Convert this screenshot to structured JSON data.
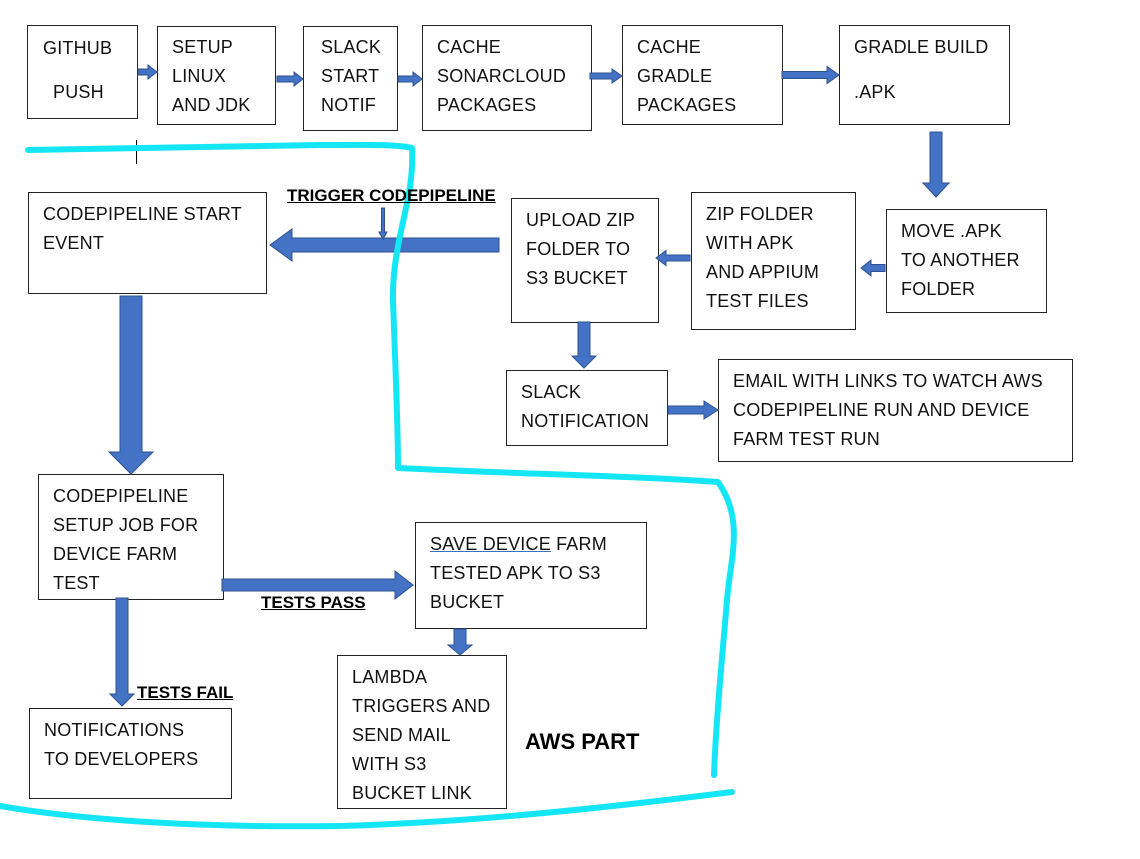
{
  "colors": {
    "arrow_fill": "#4472c4",
    "arrow_stroke": "#2f528f",
    "highlight_stroke": "#14e6f5",
    "box_border": "#222222",
    "text": "#111111"
  },
  "boxes": {
    "github_push": {
      "line1": "GITHUB",
      "line2": "PUSH"
    },
    "setup_linux_jdk": "SETUP\nLINUX\nAND JDK",
    "slack_start_notif": "SLACK\nSTART\nNOTIF",
    "cache_sonarcloud": "CACHE\nSONARCLOUD\nPACKAGES",
    "cache_gradle": "CACHE\nGRADLE\nPACKAGES",
    "gradle_build": {
      "line1": "GRADLE BUILD",
      "line2": ".APK"
    },
    "move_apk": "MOVE .APK\nTO ANOTHER\nFOLDER",
    "zip_folder": "ZIP FOLDER\nWITH APK\nAND APPIUM\nTEST FILES",
    "upload_zip": "UPLOAD ZIP\nFOLDER TO\nS3 BUCKET",
    "codepipeline_start": "CODEPIPELINE START\nEVENT",
    "slack_notification": "SLACK\nNOTIFICATION",
    "email_links": "EMAIL WITH LINKS TO WATCH AWS\nCODEPIPELINE RUN AND DEVICE\nFARM TEST RUN",
    "codepipeline_setup": "CODEPIPELINE\nSETUP JOB FOR\nDEVICE FARM\nTEST",
    "save_device_farm": {
      "underlined": "SAVE  DEVICE",
      "rest": " FARM\nTESTED APK TO S3\nBUCKET"
    },
    "lambda_triggers": "LAMBDA\nTRIGGERS AND\nSEND MAIL\nWITH S3\nBUCKET LINK",
    "notifications_devs": "NOTIFICATIONS\nTO DEVELOPERS"
  },
  "labels": {
    "trigger_codepipeline": "TRIGGER CODEPIPELINE",
    "tests_pass": "TESTS PASS",
    "tests_fail": "TESTS FAIL",
    "aws_part": "AWS PART"
  }
}
